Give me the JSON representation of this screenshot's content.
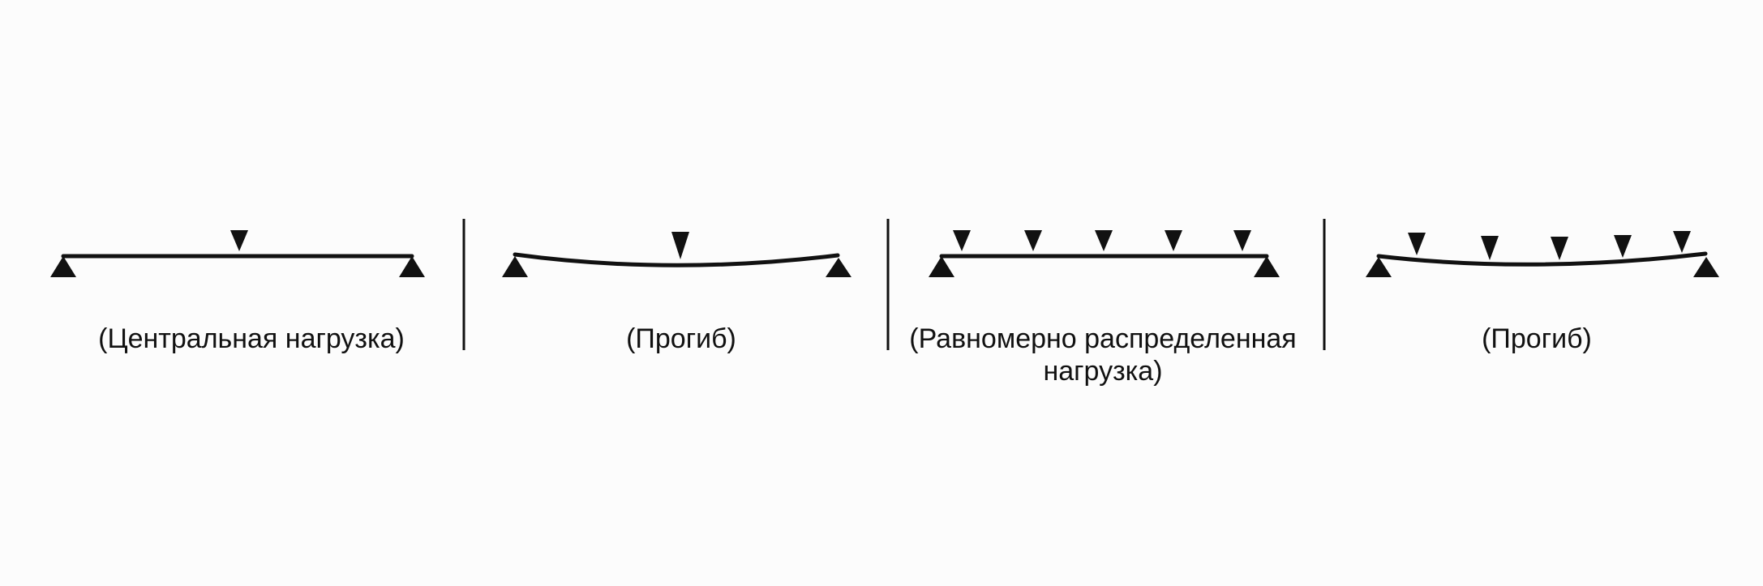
{
  "colors": {
    "background": "#fcfcfc",
    "ink": "#111111"
  },
  "panels": [
    {
      "caption": "(Центральная нагрузка)",
      "beam_shape": "straight",
      "load_type": "point-center",
      "load_arrow_count": 1
    },
    {
      "caption": "(Прогиб)",
      "beam_shape": "deflected",
      "load_type": "point-center",
      "load_arrow_count": 1
    },
    {
      "caption": "(Равномерно распределенная нагрузка)",
      "beam_shape": "straight",
      "load_type": "uniform",
      "load_arrow_count": 5
    },
    {
      "caption": "(Прогиб)",
      "beam_shape": "deflected",
      "load_type": "uniform",
      "load_arrow_count": 5
    }
  ],
  "icons": {
    "support": "support-triangle-icon",
    "load": "load-arrow-icon"
  }
}
